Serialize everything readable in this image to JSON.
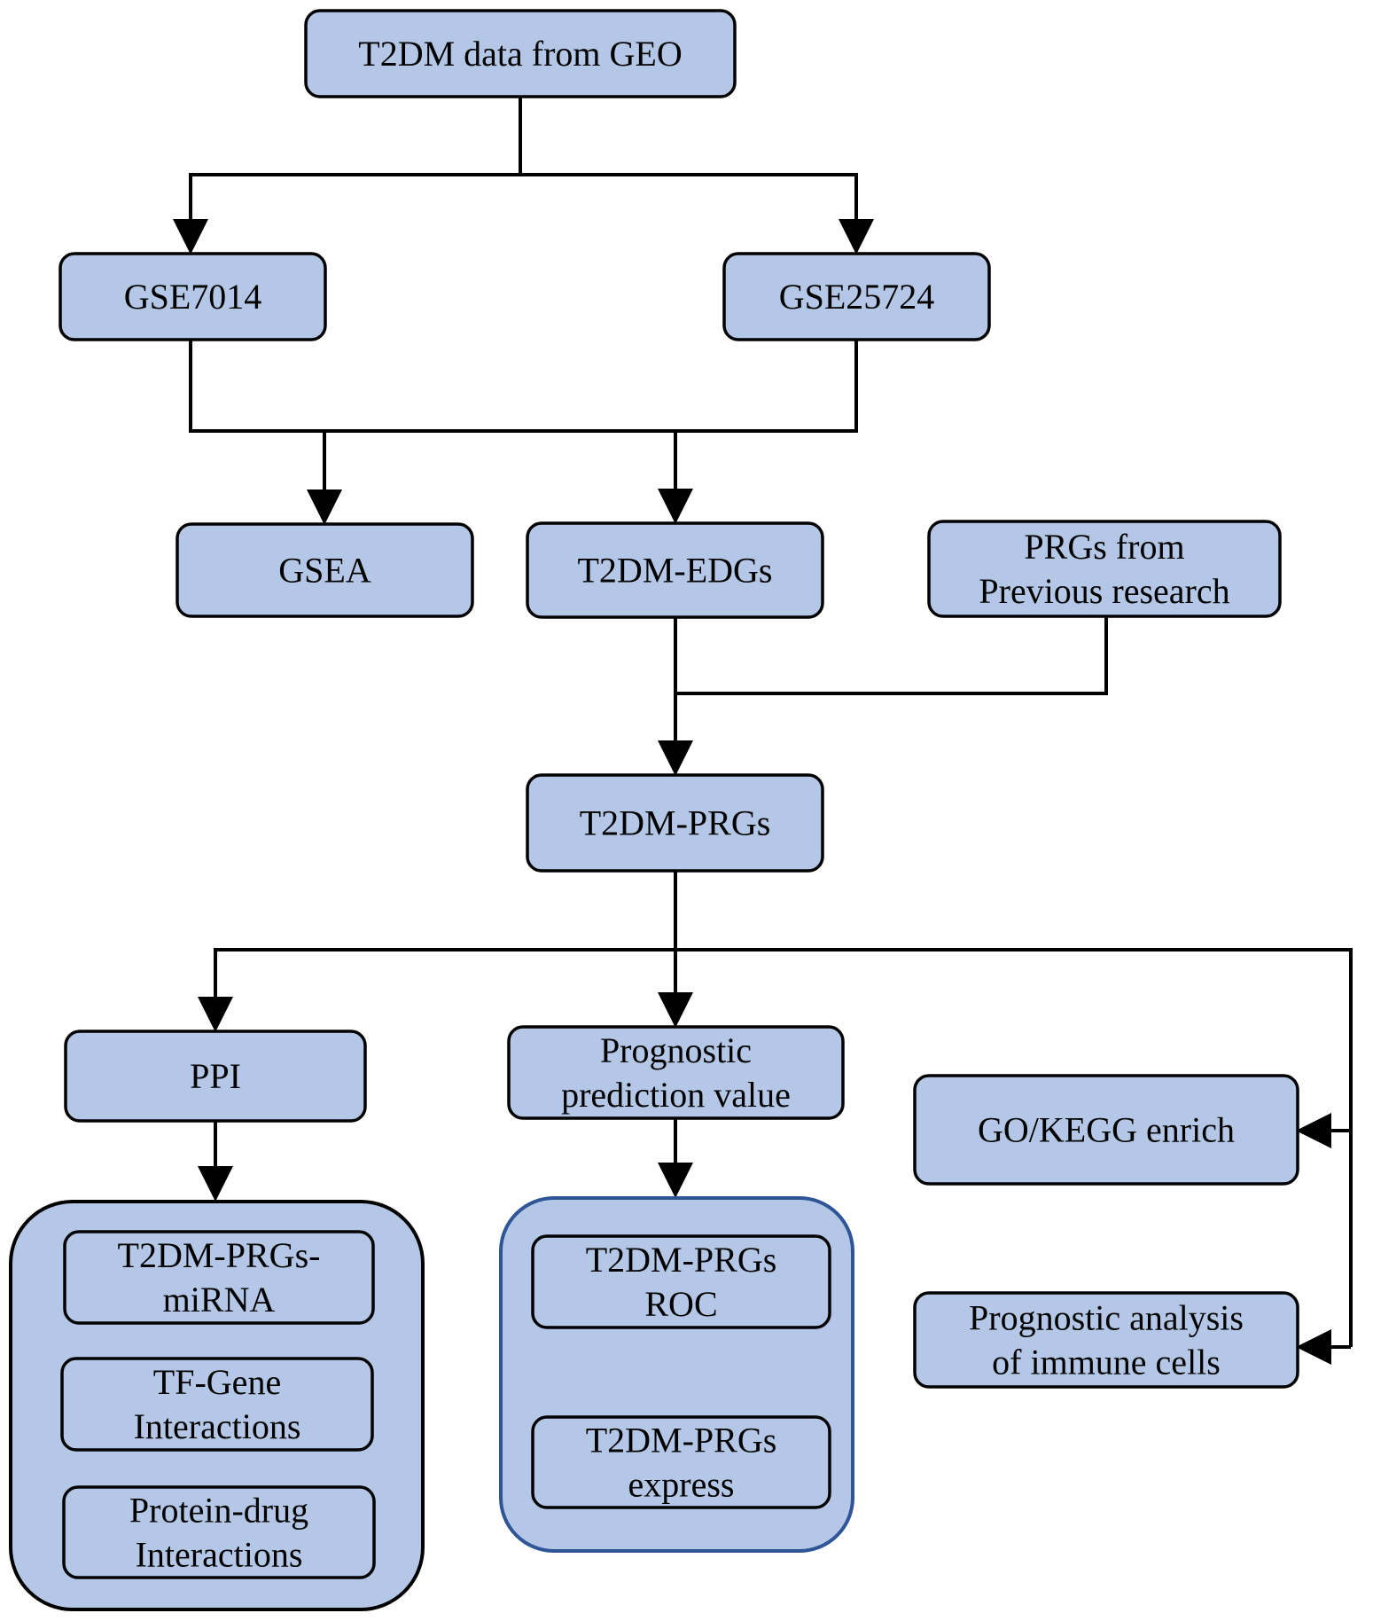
{
  "nodes": {
    "geo": {
      "lines": [
        "T2DM data from GEO"
      ]
    },
    "gse7014": {
      "lines": [
        "GSE7014"
      ]
    },
    "gse25724": {
      "lines": [
        "GSE25724"
      ]
    },
    "gsea": {
      "lines": [
        "GSEA"
      ]
    },
    "edgs": {
      "lines": [
        "T2DM-EDGs"
      ]
    },
    "prgs_prev": {
      "lines": [
        "PRGs from",
        "Previous research"
      ]
    },
    "t2dm_prgs": {
      "lines": [
        "T2DM-PRGs"
      ]
    },
    "ppi": {
      "lines": [
        "PPI"
      ]
    },
    "prognostic": {
      "lines": [
        "Prognostic",
        "prediction value"
      ]
    },
    "gokegg": {
      "lines": [
        "GO/KEGG enrich"
      ]
    },
    "immune": {
      "lines": [
        "Prognostic analysis",
        "of immune cells"
      ]
    },
    "mirna": {
      "lines": [
        "T2DM-PRGs-",
        "miRNA"
      ]
    },
    "tfgene": {
      "lines": [
        "TF-Gene",
        "Interactions"
      ]
    },
    "drug": {
      "lines": [
        "Protein-drug",
        "Interactions"
      ]
    },
    "roc": {
      "lines": [
        "T2DM-PRGs",
        "ROC"
      ]
    },
    "express": {
      "lines": [
        "T2DM-PRGs",
        "express"
      ]
    }
  },
  "colors": {
    "box_fill": "#b4c7e7",
    "box_stroke": "#000000",
    "group_blue_stroke": "#2f5597"
  }
}
